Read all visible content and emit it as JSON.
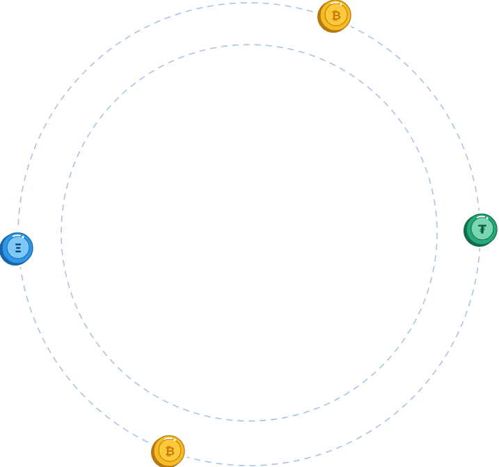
{
  "colors": {
    "orbit_line": "#a9c2e3",
    "background": "#ffffff"
  },
  "coins": [
    {
      "name": "bitcoin-coin-top",
      "icon": "bitcoin-icon",
      "glyph": "₿",
      "colors": {
        "rim": "#b47a10",
        "face": "#f7b924",
        "inner": "#fbc93a",
        "glyph": "#c7770a"
      }
    },
    {
      "name": "ethereum-coin-left",
      "icon": "ethereum-icon",
      "glyph": "Ξ",
      "colors": {
        "rim": "#1666a8",
        "face": "#2f97e6",
        "inner": "#7dc8f7",
        "glyph": "#0f3d6c"
      }
    },
    {
      "name": "tether-coin-right",
      "icon": "tether-icon",
      "glyph": "₮",
      "colors": {
        "rim": "#0e6c4c",
        "face": "#27a877",
        "inner": "#7ad6b0",
        "glyph": "#0b5a3e"
      }
    },
    {
      "name": "bitcoin-coin-bottom",
      "icon": "bitcoin-icon",
      "glyph": "₿",
      "colors": {
        "rim": "#b47a10",
        "face": "#f7b924",
        "inner": "#fbc93a",
        "glyph": "#c7770a"
      }
    }
  ]
}
